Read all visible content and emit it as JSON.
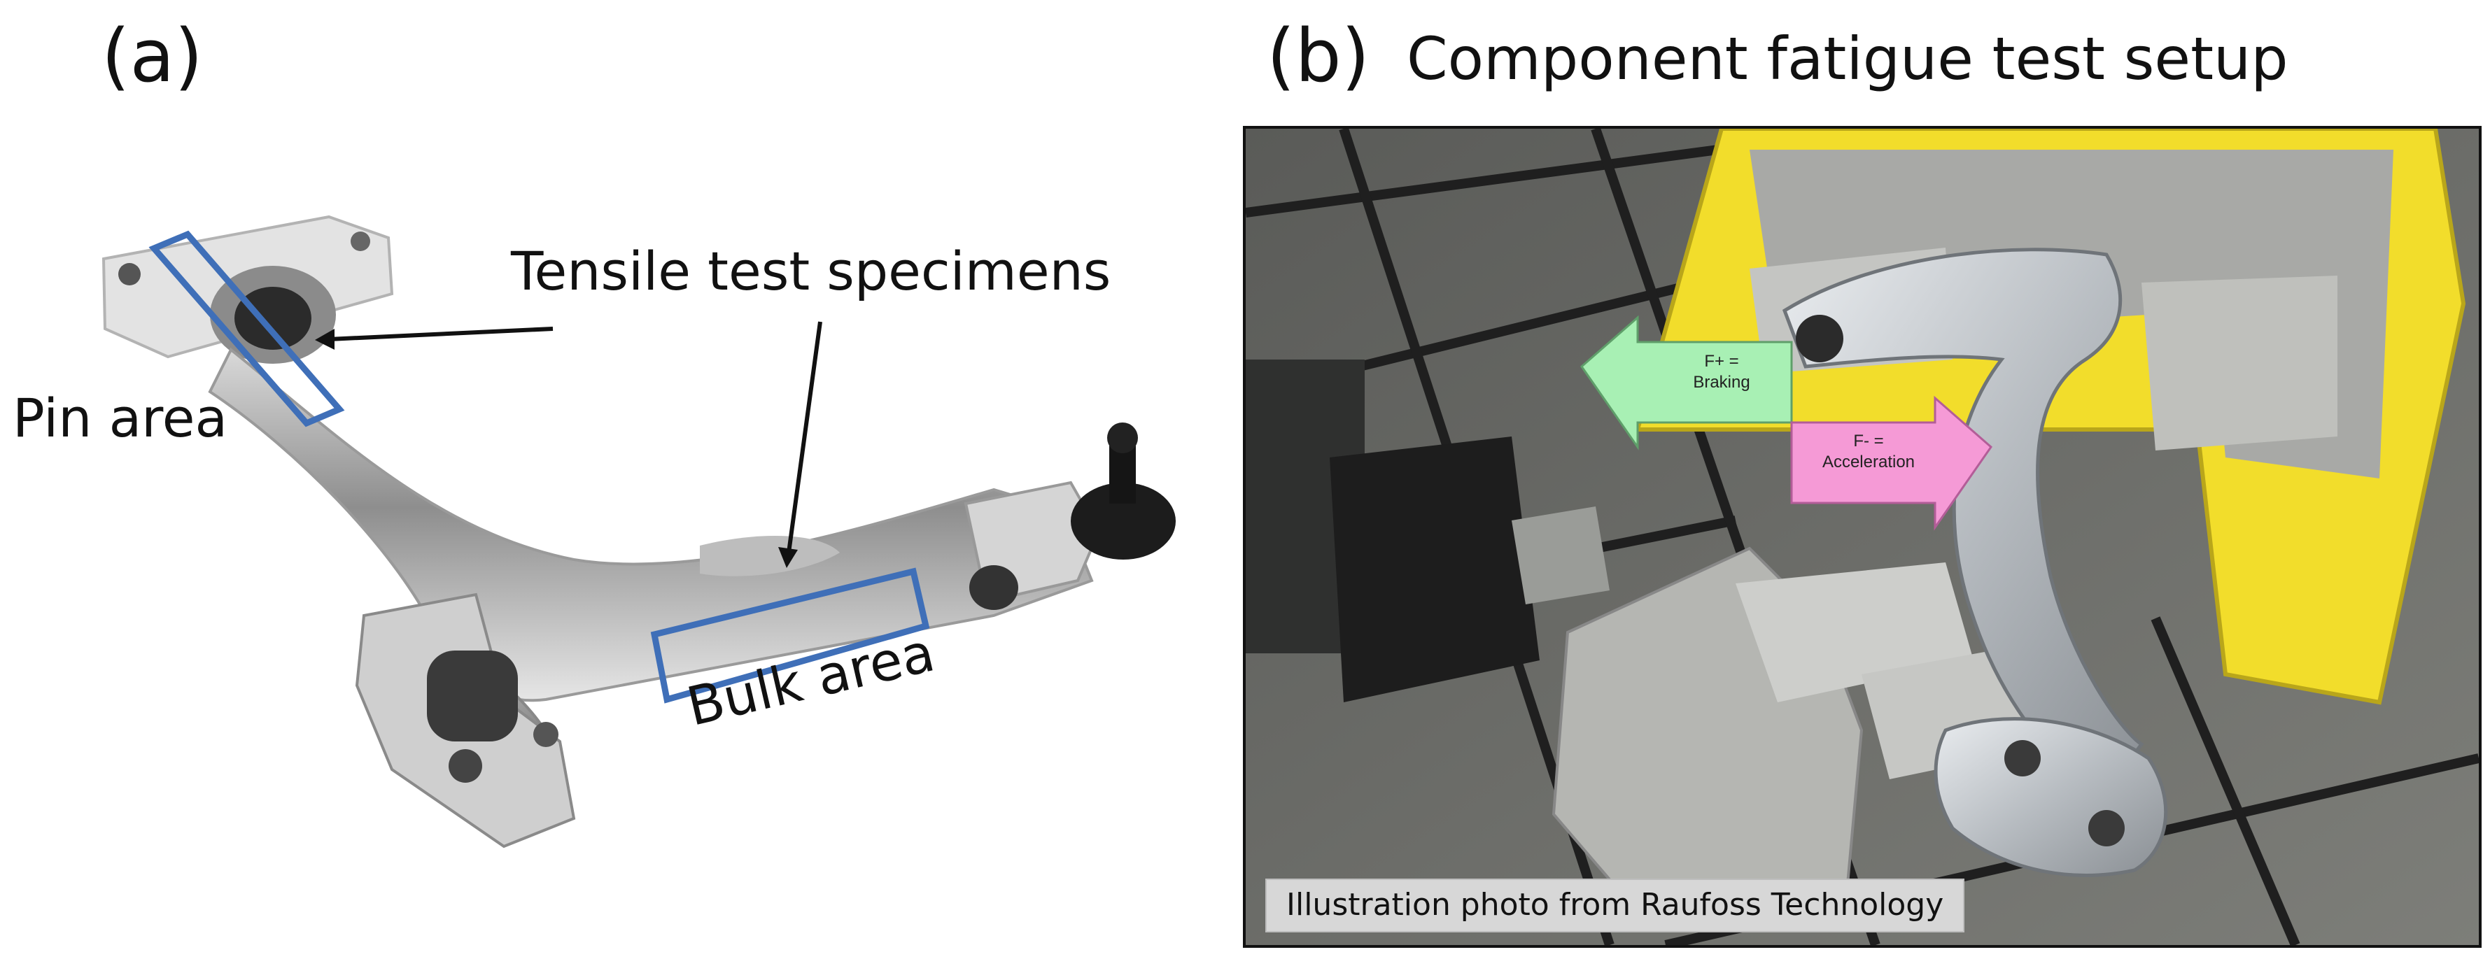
{
  "panel_a": {
    "label": "(a)",
    "annotations": {
      "tensile": "Tensile test specimens",
      "pin": "Pin area",
      "bulk": "Bulk area"
    }
  },
  "panel_b": {
    "label": "(b)",
    "title": "Component fatigue test setup",
    "force_plus": "F+ =\nBraking",
    "force_minus": "F- =\nAcceleration",
    "caption": "Illustration photo from Raufoss Technology"
  },
  "colors": {
    "box_blue": "#3f6fb8",
    "fixture_yellow": "#f2dd2b",
    "arrow_green": "#a8f0b4",
    "arrow_pink": "#f59ad6"
  }
}
